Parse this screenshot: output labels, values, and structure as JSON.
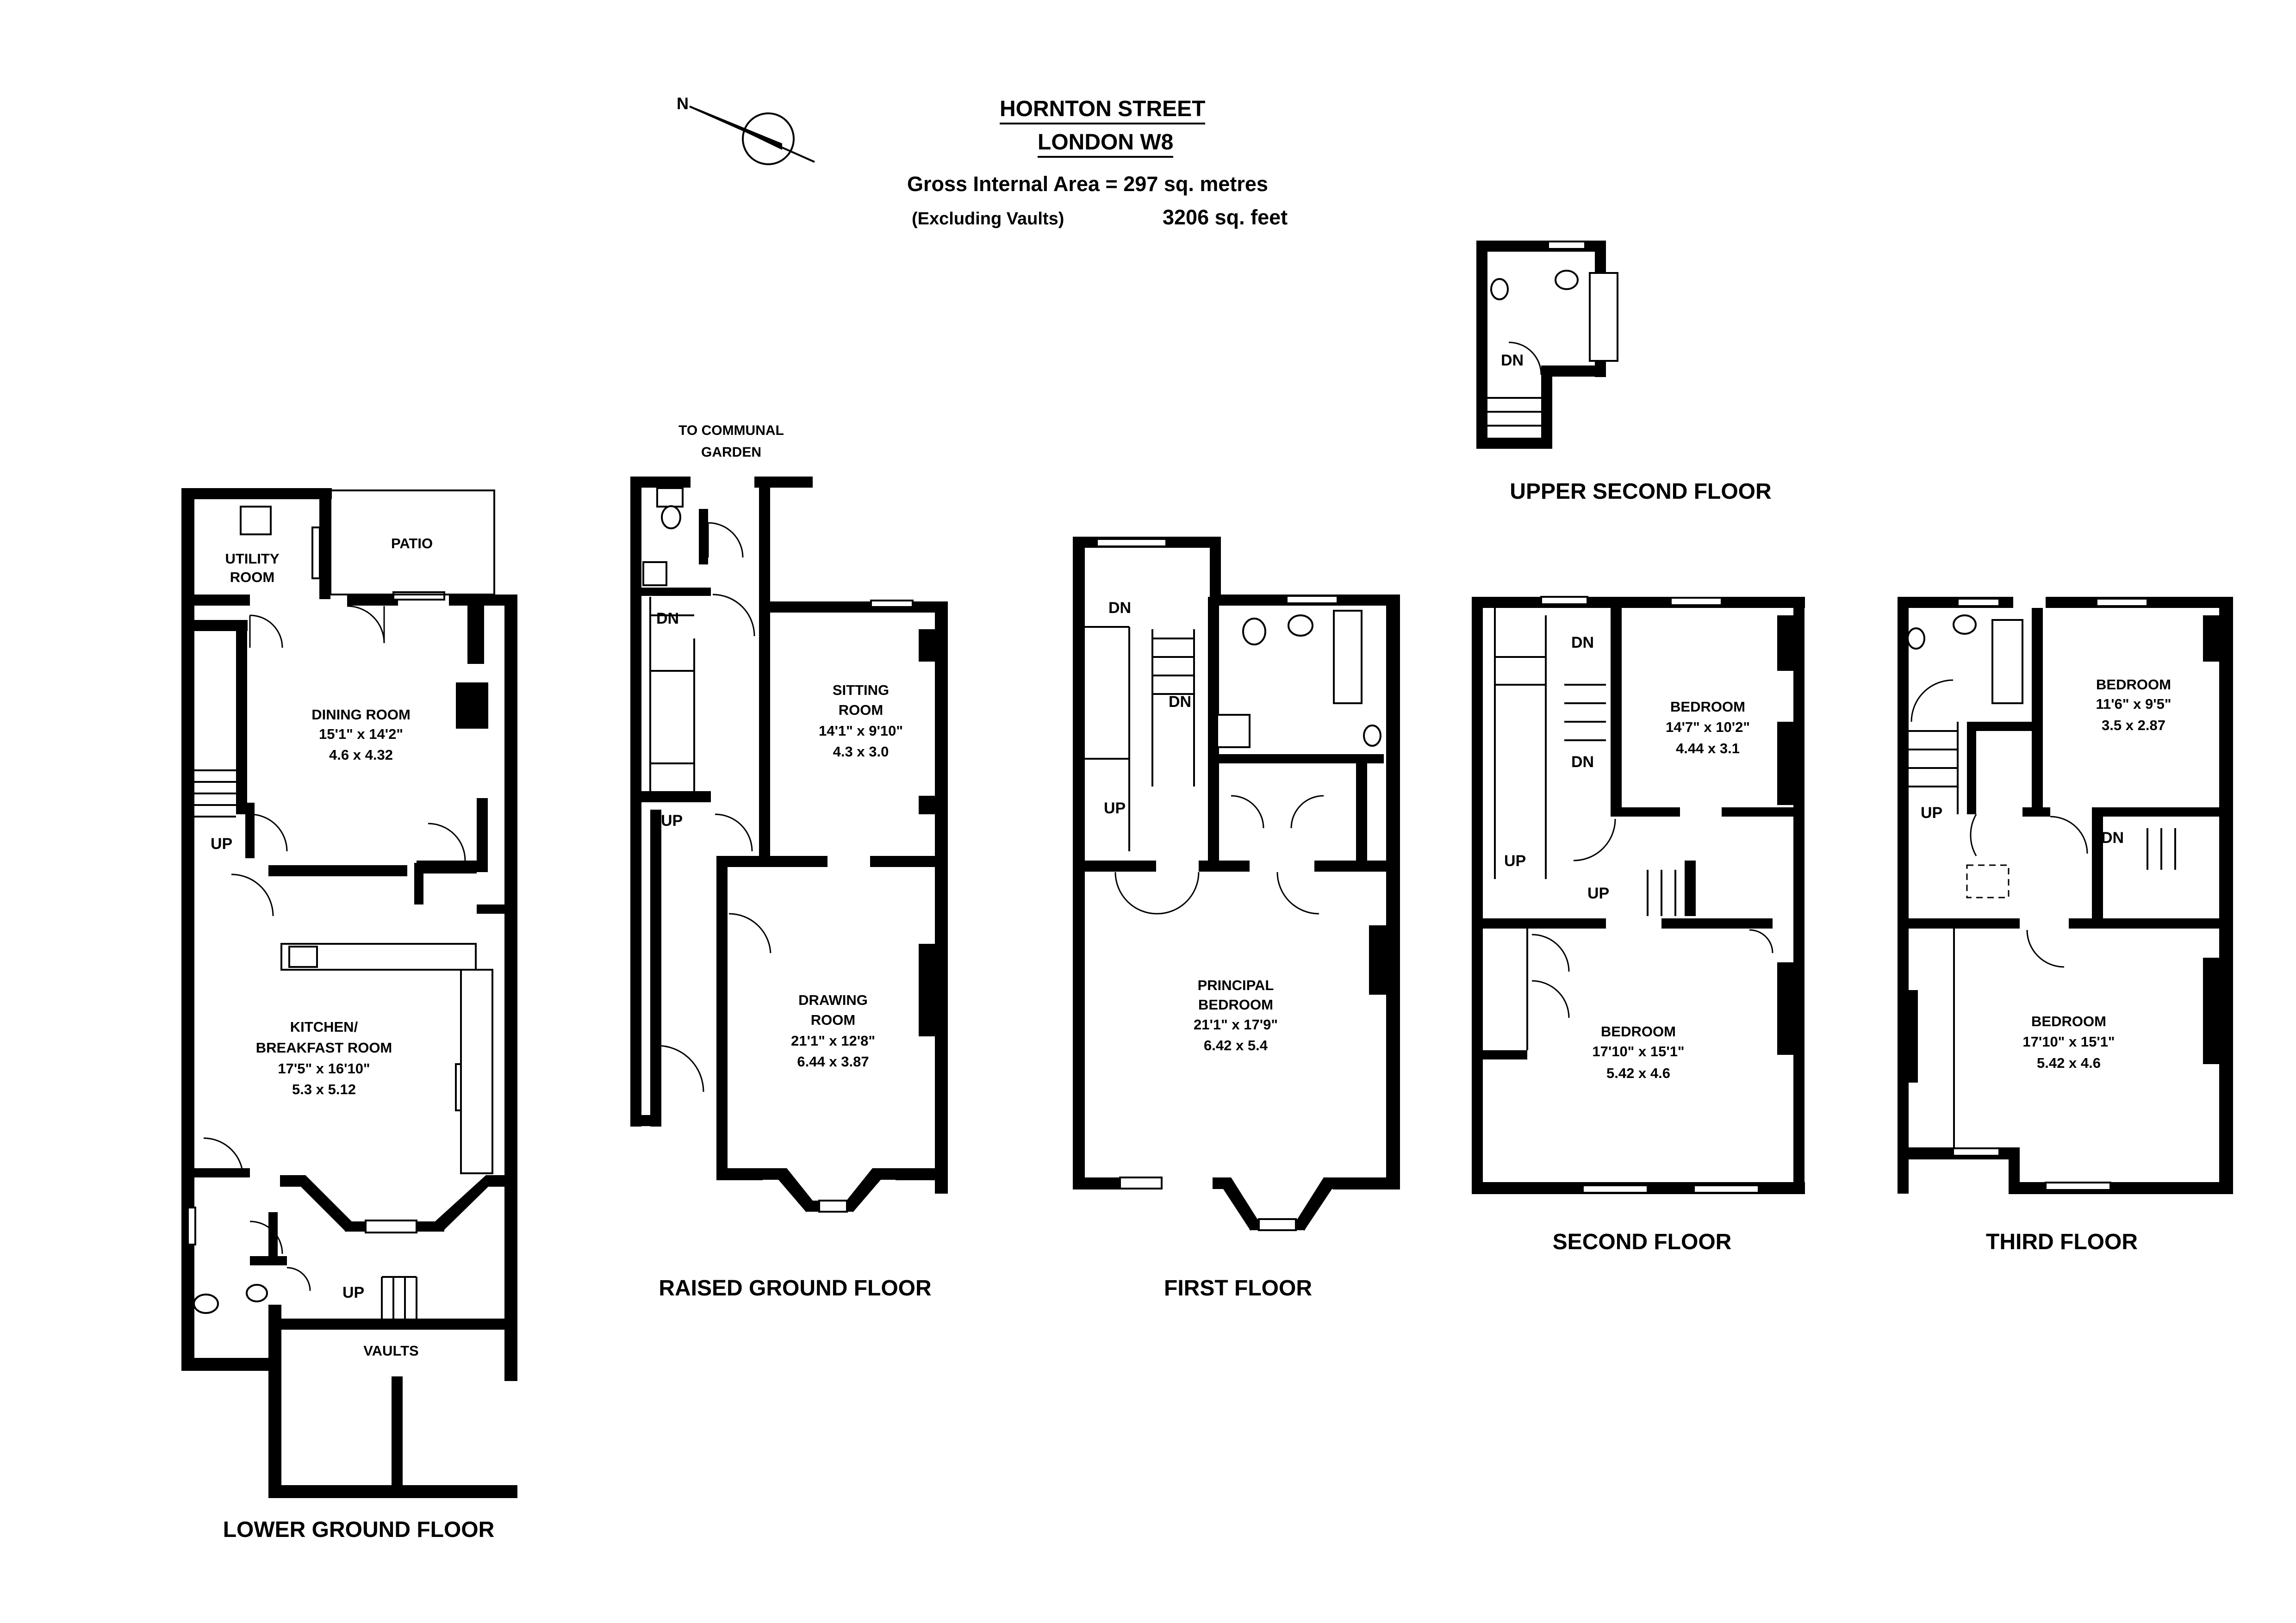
{
  "header": {
    "street": "HORNTON STREET",
    "city": "LONDON W8",
    "area_line": "Gross Internal Area = 297 sq. metres",
    "excluding": "(Excluding Vaults)",
    "sq_feet": "3206 sq. feet"
  },
  "compass": {
    "label": "N"
  },
  "floors": {
    "lower_ground": "LOWER GROUND FLOOR",
    "raised_ground": "RAISED GROUND FLOOR",
    "first": "FIRST FLOOR",
    "second": "SECOND FLOOR",
    "upper_second": "UPPER SECOND FLOOR",
    "third": "THIRD FLOOR"
  },
  "rooms": {
    "utility": {
      "l1": "UTILITY",
      "l2": "ROOM"
    },
    "patio": "PATIO",
    "dining": {
      "name": "DINING ROOM",
      "imperial": "15'1\" x 14'2\"",
      "metric": "4.6 x 4.32"
    },
    "kitchen": {
      "l1": "KITCHEN/",
      "l2": "BREAKFAST ROOM",
      "imperial": "17'5\" x 16'10\"",
      "metric": "5.3 x 5.12"
    },
    "vaults": "VAULTS",
    "communal": {
      "l1": "TO COMMUNAL",
      "l2": "GARDEN"
    },
    "sitting": {
      "l1": "SITTING",
      "l2": "ROOM",
      "imperial": "14'1\" x 9'10\"",
      "metric": "4.3 x 3.0"
    },
    "drawing": {
      "l1": "DRAWING",
      "l2": "ROOM",
      "imperial": "21'1\" x 12'8\"",
      "metric": "6.44 x 3.87"
    },
    "principal": {
      "l1": "PRINCIPAL",
      "l2": "BEDROOM",
      "imperial": "21'1\" x 17'9\"",
      "metric": "6.42 x 5.4"
    },
    "second_bed_a": {
      "name": "BEDROOM",
      "imperial": "14'7\" x 10'2\"",
      "metric": "4.44 x 3.1"
    },
    "second_bed_b": {
      "name": "BEDROOM",
      "imperial": "17'10\" x 15'1\"",
      "metric": "5.42 x 4.6"
    },
    "third_bed_a": {
      "name": "BEDROOM",
      "imperial": "11'6\" x 9'5\"",
      "metric": "3.5 x 2.87"
    },
    "third_bed_b": {
      "name": "BEDROOM",
      "imperial": "17'10\" x 15'1\"",
      "metric": "5.42 x 4.6"
    }
  },
  "stairs": {
    "up": "UP",
    "down": "DN"
  }
}
